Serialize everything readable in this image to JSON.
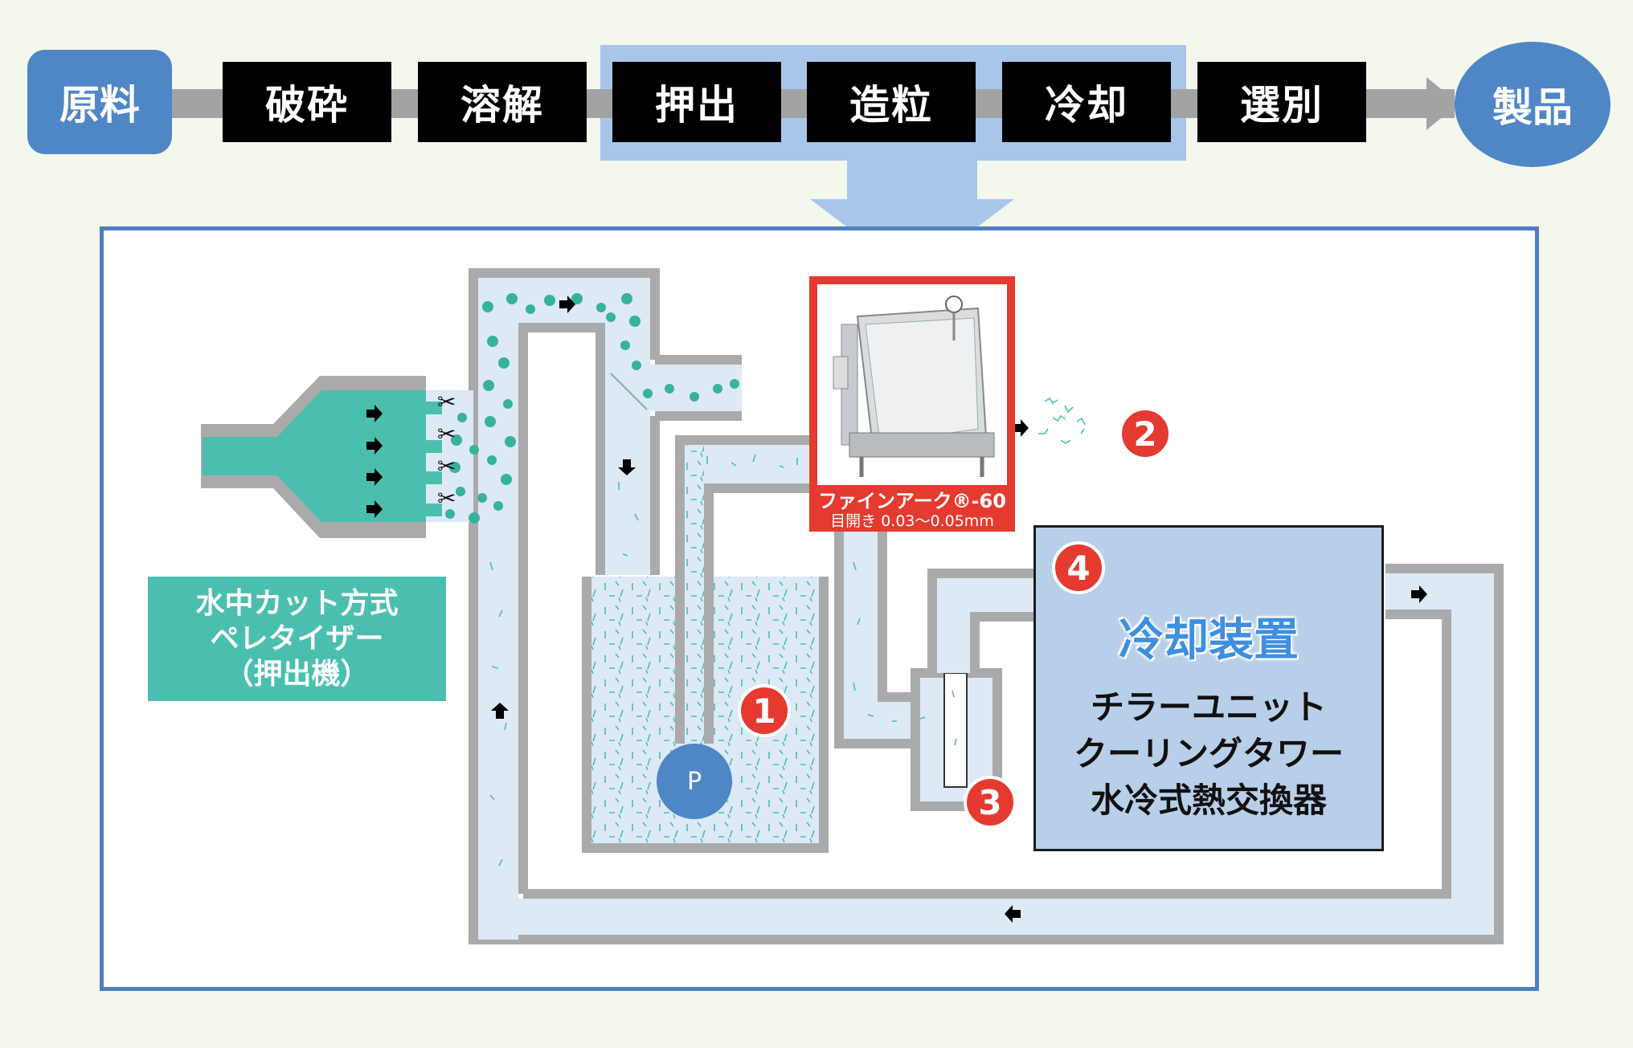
{
  "process_flow": {
    "start": "原料",
    "steps": [
      "破砕",
      "溶解",
      "押出",
      "造粒",
      "冷却",
      "選別"
    ],
    "end": "製品"
  },
  "pelletizer_label": {
    "line1": "水中カット方式",
    "line2": "ペレタイザー",
    "line3": "（押出機）"
  },
  "product_photo": {
    "name": "ファインアーク®-60",
    "spec": "目開き 0.03〜0.05mm"
  },
  "cooling_device": {
    "title": "冷却装置",
    "items": [
      "チラーユニット",
      "クーリングタワー",
      "水冷式熱交換器"
    ]
  },
  "badges": [
    "1",
    "2",
    "3",
    "4"
  ],
  "pump_label": "P",
  "colors": {
    "flow_box": "#000000",
    "oval": "#4f86c6",
    "highlight": "#a8c6ea",
    "pipe_wall": "#aaaaaa",
    "water": "#dde9f5",
    "green": "#4bbfaf",
    "badge": "#e53a2f",
    "cooling_box": "#b8cfe9"
  },
  "icons": [
    "arrow-right-icon",
    "scissors-icon",
    "arrow-down-icon",
    "arrow-up-icon",
    "arrow-left-icon"
  ]
}
